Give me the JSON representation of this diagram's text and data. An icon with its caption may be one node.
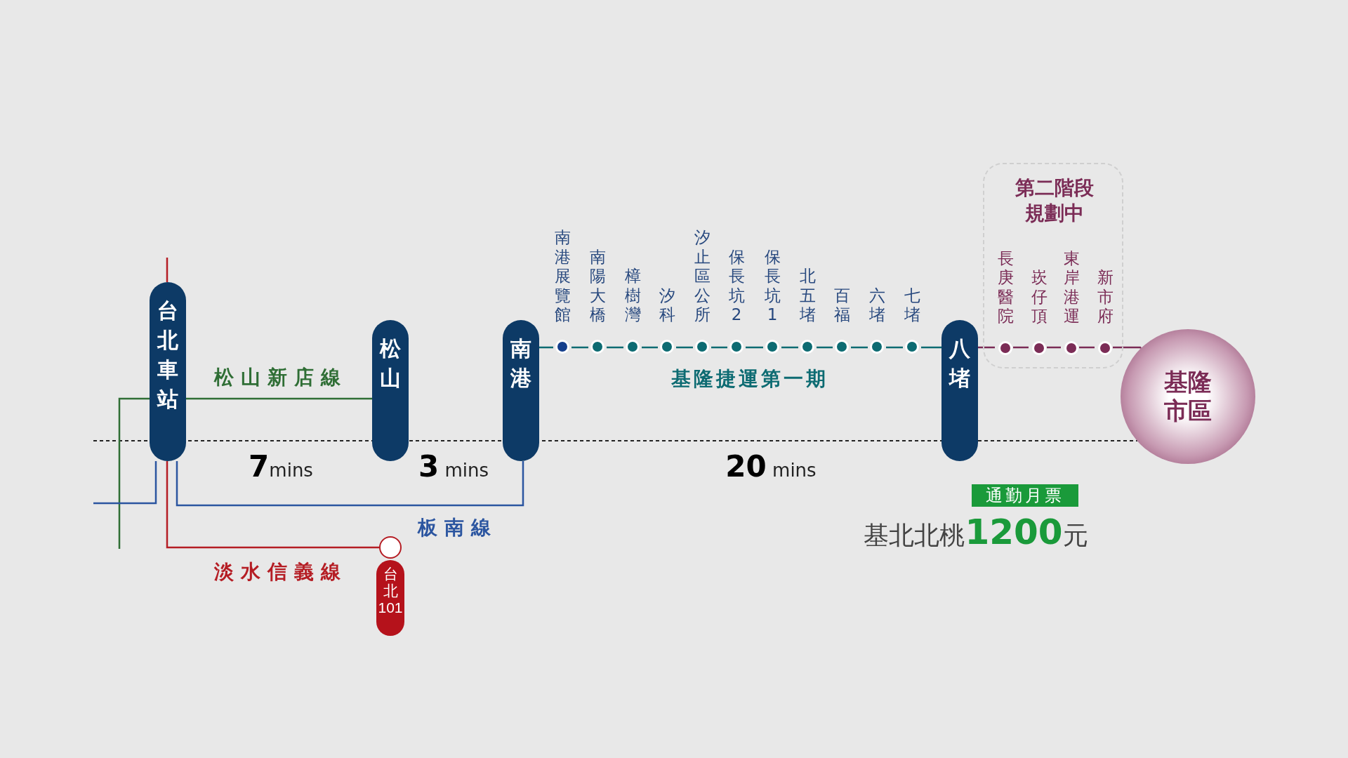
{
  "diagram": {
    "nodes": [
      {
        "text": [
          "台北車站"
        ]
      },
      {
        "text": [
          "松山"
        ]
      },
      {
        "text": [
          "南港"
        ]
      },
      {
        "text": [
          "南港展覽館"
        ]
      },
      {
        "text": [
          "南陽大橋"
        ]
      },
      {
        "text": [
          "樟樹灣"
        ]
      },
      {
        "text": [
          "汐科"
        ]
      },
      {
        "text": [
          "汐止區公所"
        ]
      },
      {
        "text": [
          "保長坑2"
        ]
      },
      {
        "text": [
          "保長坑1"
        ]
      },
      {
        "text": [
          "北五堵"
        ]
      },
      {
        "text": [
          "百福"
        ]
      },
      {
        "text": [
          "六堵"
        ]
      },
      {
        "text": [
          "七堵"
        ]
      },
      {
        "text": [
          "八堵"
        ]
      },
      {
        "text": [
          "第二階段規劃中"
        ]
      },
      {
        "text": [
          "長庚醫院"
        ],
        "in": 15
      },
      {
        "text": [
          "崁仔頂"
        ],
        "in": 15
      },
      {
        "text": [
          "東岸港運"
        ],
        "in": 15
      },
      {
        "text": [
          "新市府"
        ],
        "in": 15
      },
      {
        "text": [
          "基隆市區"
        ]
      },
      {
        "text": [],
        "shape": "circle"
      },
      {
        "text": [
          "台北101"
        ]
      }
    ],
    "edges": [
      {
        "from": 0,
        "to": 1,
        "arrow": "none",
        "label": "松山新店線",
        "color": "#2f6e35"
      },
      {
        "from": null,
        "to": 0,
        "arrow": "none",
        "color": "#2f6e35"
      },
      {
        "from": 0,
        "to": 2,
        "arrow": "none",
        "label": "板南線",
        "color": "#2b55a0"
      },
      {
        "from": null,
        "to": 0,
        "arrow": "none",
        "color": "#2b55a0"
      },
      {
        "from": null,
        "to": 0,
        "arrow": "none",
        "color": "#b51d24"
      },
      {
        "from": 0,
        "to": 21,
        "arrow": "none",
        "label": "淡水信義線",
        "color": "#b51d24"
      },
      {
        "from": 2,
        "to": 3,
        "arrow": "none"
      },
      {
        "from": 3,
        "to": 4,
        "arrow": "none"
      },
      {
        "from": 4,
        "to": 5,
        "arrow": "none"
      },
      {
        "from": 5,
        "to": 6,
        "arrow": "none"
      },
      {
        "from": 6,
        "to": 7,
        "arrow": "none"
      },
      {
        "from": 7,
        "to": 8,
        "arrow": "none"
      },
      {
        "from": 8,
        "to": 9,
        "arrow": "none"
      },
      {
        "from": 9,
        "to": 10,
        "arrow": "none"
      },
      {
        "from": 10,
        "to": 11,
        "arrow": "none"
      },
      {
        "from": 11,
        "to": 12,
        "arrow": "none"
      },
      {
        "from": 12,
        "to": 13,
        "arrow": "none"
      },
      {
        "from": 13,
        "to": 14,
        "arrow": "none"
      },
      {
        "from": 14,
        "to": 16,
        "arrow": "none",
        "color": "#7b2c56"
      },
      {
        "from": 16,
        "to": 17,
        "arrow": "none",
        "color": "#7b2c56"
      },
      {
        "from": 17,
        "to": 18,
        "arrow": "none",
        "color": "#7b2c56"
      },
      {
        "from": 18,
        "to": 19,
        "arrow": "none",
        "color": "#7b2c56"
      },
      {
        "from": 19,
        "to": 20,
        "arrow": "none",
        "color": "#7b2c56"
      }
    ],
    "labels": [
      "基隆捷運第一期",
      "**7**mins",
      "**3** mins",
      "**20** mins",
      "通勤月票",
      "基北北桃**1200**元"
    ]
  }
}
